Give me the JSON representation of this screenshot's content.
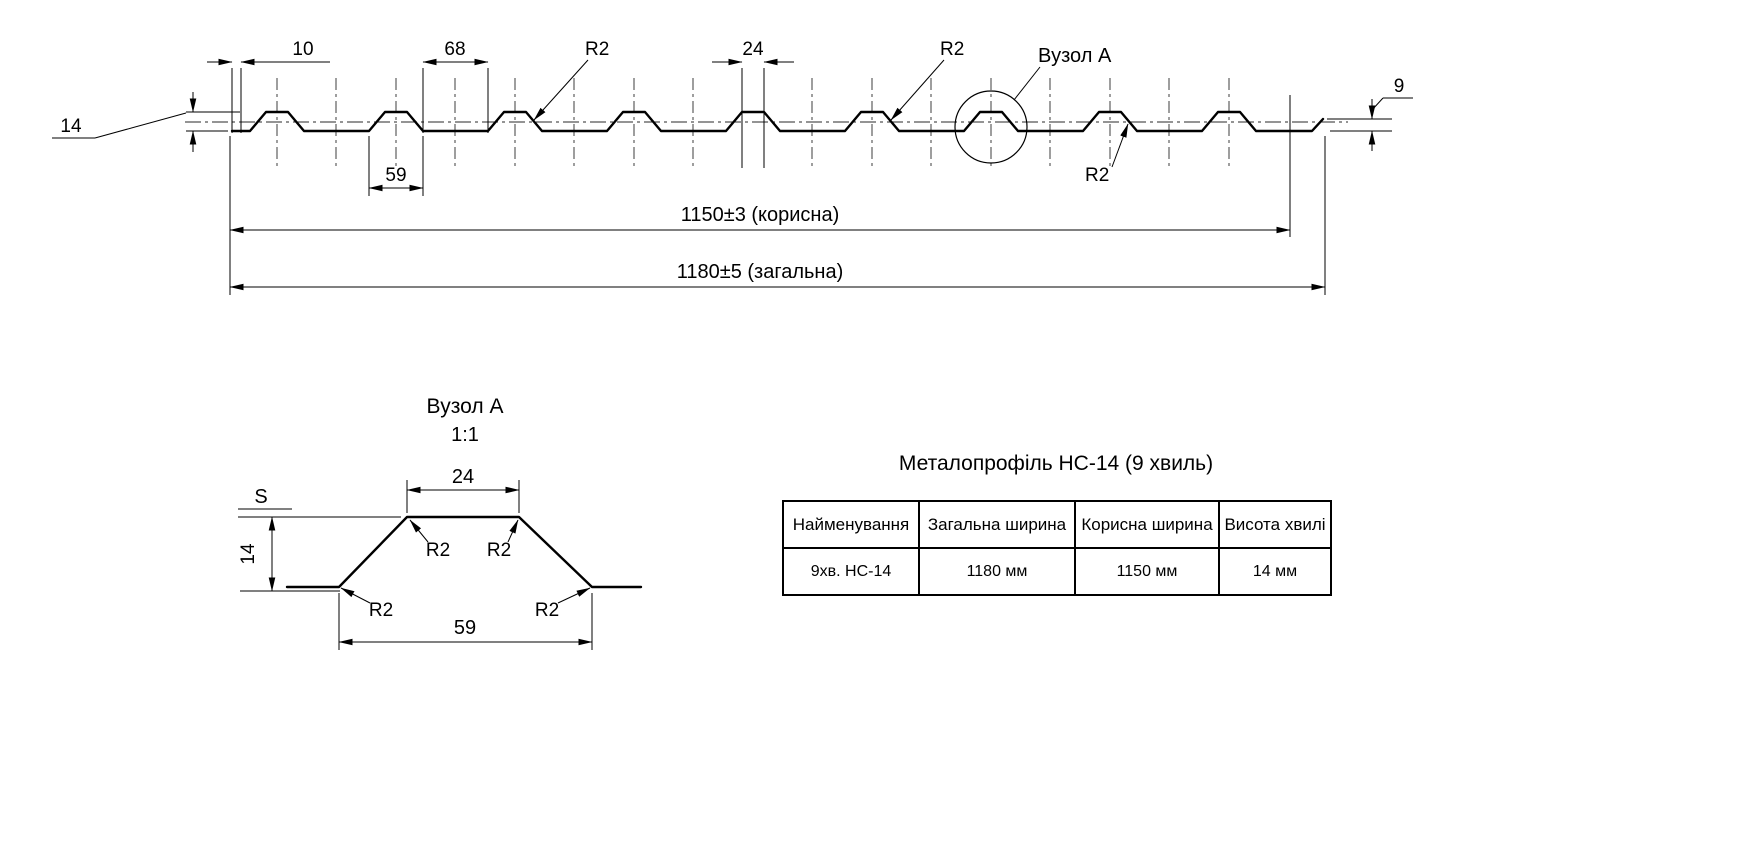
{
  "drawing": {
    "dims": {
      "edge": "10",
      "valley_width": "68",
      "crest_width": "24",
      "wave_height": "14",
      "edge_height": "9",
      "base_width": "59",
      "useful_width": "1150±3 (корисна)",
      "total_width": "1180±5 (загальна)"
    },
    "radius_label": "R2",
    "node_callout": "Вузол А"
  },
  "detail": {
    "title": "Вузол А",
    "scale": "1:1",
    "dims": {
      "crest_width": "24",
      "height": "14",
      "base_width": "59",
      "thickness": "S"
    },
    "radius_label": "R2"
  },
  "table": {
    "title": "Металопрофіль НС-14 (9 хвиль)",
    "headers": [
      "Найменування",
      "Загальна ширина",
      "Корисна ширина",
      "Висота хвилі"
    ],
    "rows": [
      [
        "9хв. НС-14",
        "1180 мм",
        "1150 мм",
        "14 мм"
      ]
    ]
  }
}
